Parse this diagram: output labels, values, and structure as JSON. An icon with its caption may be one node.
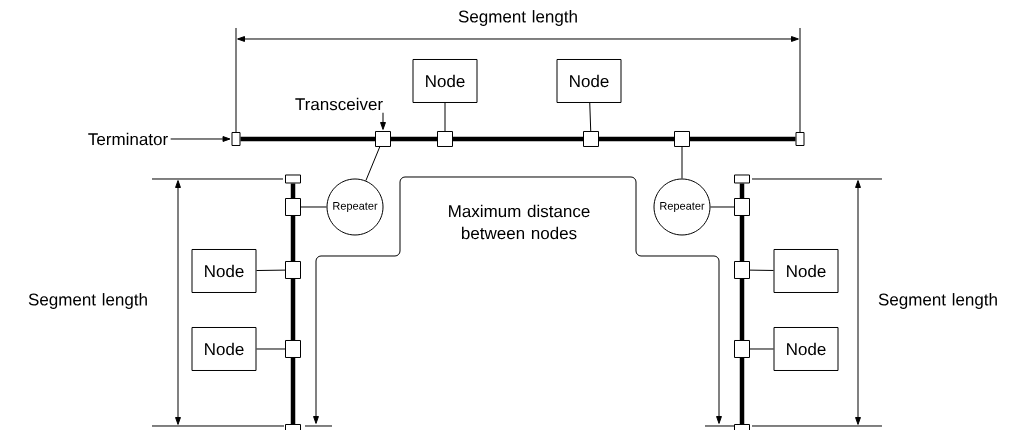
{
  "diagram": {
    "nodes": [
      {
        "text": [
          "Node"
        ]
      },
      {
        "text": [
          "Node"
        ]
      },
      {
        "text": [
          "Transceiver"
        ]
      },
      {
        "text": [
          "Terminator"
        ]
      },
      {
        "text": [],
        "shape": "box"
      },
      {
        "text": [],
        "shape": "box"
      },
      {
        "text": [],
        "shape": "box"
      },
      {
        "text": [],
        "shape": "box"
      },
      {
        "text": [],
        "shape": "box"
      },
      {
        "text": [],
        "shape": "box"
      },
      {
        "text": [],
        "shape": "box"
      },
      {
        "text": [],
        "shape": "box"
      },
      {
        "text": [
          "Repeater"
        ]
      },
      {
        "text": [],
        "shape": "box"
      },
      {
        "text": [
          "Repeater"
        ]
      },
      {
        "text": [],
        "shape": "box"
      },
      {
        "text": [
          "Node"
        ]
      },
      {
        "text": [],
        "shape": "box"
      },
      {
        "text": [],
        "shape": "box"
      },
      {
        "text": [
          "Node"
        ]
      },
      {
        "text": [
          "Node"
        ]
      },
      {
        "text": [],
        "shape": "box"
      },
      {
        "text": [],
        "shape": "box"
      },
      {
        "text": [
          "Node"
        ]
      },
      {
        "text": [],
        "shape": "box"
      },
      {
        "text": [],
        "shape": "box"
      }
    ],
    "edges": [
      {
        "from": 3,
        "to": 4,
        "arrow": "to"
      },
      {
        "from": 2,
        "to": 5,
        "arrow": "to"
      },
      {
        "from": 0,
        "to": 6,
        "arrow": "none"
      },
      {
        "from": 1,
        "to": 7,
        "arrow": "none"
      },
      {
        "from": 4,
        "to": 5,
        "arrow": "none"
      },
      {
        "from": 5,
        "to": 6,
        "arrow": "none"
      },
      {
        "from": 6,
        "to": 7,
        "arrow": "none"
      },
      {
        "from": 7,
        "to": 8,
        "arrow": "none"
      },
      {
        "from": 8,
        "to": 9,
        "arrow": "none"
      },
      {
        "from": 5,
        "to": 12,
        "arrow": "none"
      },
      {
        "from": 8,
        "to": 14,
        "arrow": "none"
      },
      {
        "from": 12,
        "to": 13,
        "arrow": "none"
      },
      {
        "from": 14,
        "to": 15,
        "arrow": "none"
      },
      {
        "from": 10,
        "to": 13,
        "arrow": "none"
      },
      {
        "from": 13,
        "to": 17,
        "arrow": "none"
      },
      {
        "from": 17,
        "to": 21,
        "arrow": "none"
      },
      {
        "from": 21,
        "to": 24,
        "arrow": "none"
      },
      {
        "from": 11,
        "to": 15,
        "arrow": "none"
      },
      {
        "from": 15,
        "to": 18,
        "arrow": "none"
      },
      {
        "from": 18,
        "to": 22,
        "arrow": "none"
      },
      {
        "from": 22,
        "to": 25,
        "arrow": "none"
      },
      {
        "from": 16,
        "to": 17,
        "arrow": "none"
      },
      {
        "from": 20,
        "to": 21,
        "arrow": "none"
      },
      {
        "from": 19,
        "to": 18,
        "arrow": "none"
      },
      {
        "from": 23,
        "to": 22,
        "arrow": "none"
      }
    ],
    "labels": [
      "Segment length",
      "Maximum distance between nodes",
      "Segment length",
      "Segment length"
    ]
  }
}
